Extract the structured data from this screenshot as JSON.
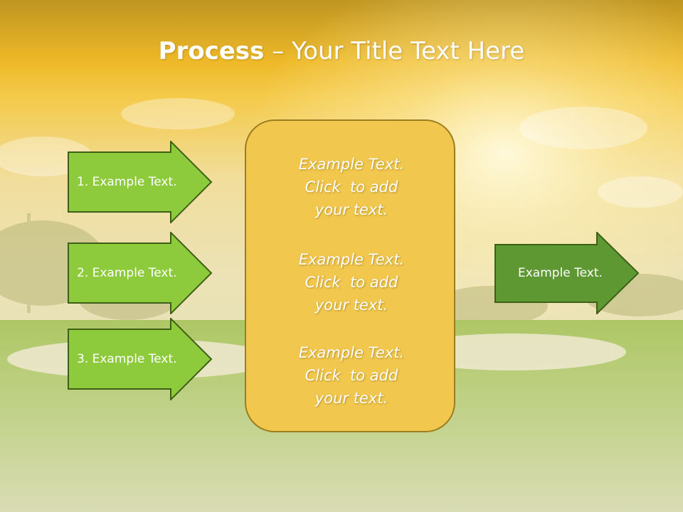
{
  "title": {
    "bold": "Process",
    "dash": " – ",
    "rest": "Your Title Text Here"
  },
  "inputs": [
    {
      "label": "1. Example Text."
    },
    {
      "label": "2. Example Text."
    },
    {
      "label": "3. Example Text."
    }
  ],
  "center_blocks": [
    {
      "line1": "Example Text.",
      "line2": "Click  to add",
      "line3": "your text."
    },
    {
      "line1": "Example Text.",
      "line2": "Click  to add",
      "line3": "your text."
    },
    {
      "line1": "Example Text.",
      "line2": "Click  to add",
      "line3": "your text."
    }
  ],
  "output": {
    "label": "Example Text."
  },
  "colors": {
    "title_band": "#f0bd2a",
    "input_arrow": "#8dcb3c",
    "output_arrow": "#5e9832",
    "arrow_border": "#3d5f16",
    "center_fill": "#f1c74d",
    "center_border": "#9c7e1f"
  }
}
